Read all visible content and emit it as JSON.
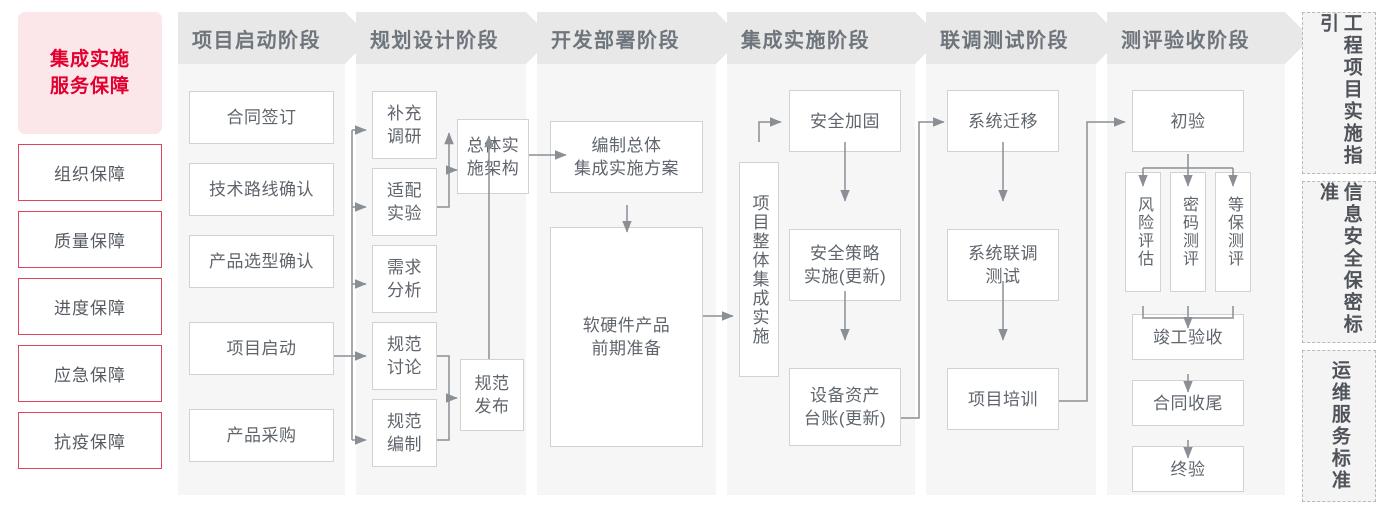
{
  "left_rail": {
    "title_line1": "集成实施",
    "title_line2": "服务保障",
    "title_color": "#e2002f",
    "items": [
      {
        "label": "组织保障"
      },
      {
        "label": "质量保障"
      },
      {
        "label": "进度保障"
      },
      {
        "label": "应急保障"
      },
      {
        "label": "抗疫保障"
      }
    ]
  },
  "phases": [
    {
      "header": "项目启动阶段",
      "nodes": [
        {
          "label": "合同签订"
        },
        {
          "label": "技术路线确认"
        },
        {
          "label": "产品选型确认"
        },
        {
          "label": "项目启动"
        },
        {
          "label": "产品采购"
        }
      ]
    },
    {
      "header": "规划设计阶段",
      "nodes": [
        {
          "l1": "补充",
          "l2": "调研"
        },
        {
          "l1": "适配",
          "l2": "实验"
        },
        {
          "l1": "需求",
          "l2": "分析"
        },
        {
          "l1": "规范",
          "l2": "讨论"
        },
        {
          "l1": "规范",
          "l2": "编制"
        },
        {
          "l1": "总体实",
          "l2": "施架构"
        },
        {
          "l1": "规范",
          "l2": "发布"
        }
      ]
    },
    {
      "header": "开发部署阶段",
      "nodes": [
        {
          "l1": "编制总体",
          "l2": "集成实施方案"
        },
        {
          "l1": "软硬件产品",
          "l2": "前期准备"
        }
      ]
    },
    {
      "header": "集成实施阶段",
      "nodes": [
        {
          "label": "项目整体集成实施",
          "vertical": true
        },
        {
          "label": "安全加固"
        },
        {
          "l1": "安全策略",
          "l2": "实施(更新)"
        },
        {
          "l1": "设备资产",
          "l2": "台账(更新)"
        }
      ]
    },
    {
      "header": "联调测试阶段",
      "nodes": [
        {
          "label": "系统迁移"
        },
        {
          "l1": "系统联调",
          "l2": "测试"
        },
        {
          "label": "项目培训"
        }
      ]
    },
    {
      "header": "测评验收阶段",
      "nodes": [
        {
          "label": "初验"
        },
        {
          "label": "风险评估",
          "vertical": true
        },
        {
          "label": "密码测评",
          "vertical": true
        },
        {
          "label": "等保测评",
          "vertical": true
        },
        {
          "label": "竣工验收"
        },
        {
          "label": "合同收尾"
        },
        {
          "label": "终验"
        }
      ]
    }
  ],
  "right_rail": {
    "items": [
      {
        "label": "工程项目实施指引"
      },
      {
        "label": "信息安全保密标准"
      },
      {
        "label": "运维服务标准"
      }
    ]
  }
}
